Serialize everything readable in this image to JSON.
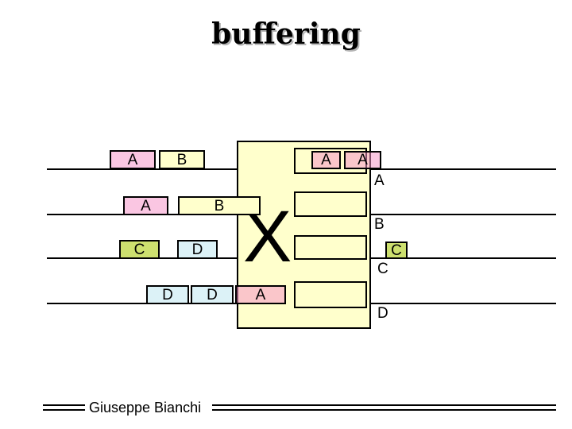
{
  "title": "buffering",
  "switch": {
    "x_label": "X"
  },
  "colors": {
    "switch_fill": "#FFFFCC",
    "packet_pink": "rgba(245,145,200,0.52)",
    "packet_yellow": "#FFFFCC",
    "packet_green": "#CDE06F",
    "packet_blue": "#DCF2F7",
    "line_color": "#000000",
    "title_shadow": "#b3b3b3"
  },
  "rows": [
    {
      "label": "A",
      "left_packets": [
        {
          "label": "A"
        },
        {
          "label": "B"
        }
      ],
      "buffer_packets": [
        {
          "label": "A"
        },
        {
          "label": "A"
        }
      ]
    },
    {
      "label": "B",
      "left_packets": [
        {
          "label": "A"
        },
        {
          "label": "B"
        }
      ]
    },
    {
      "label": "C",
      "left_packets": [
        {
          "label": "C"
        },
        {
          "label": "D"
        }
      ],
      "right_packets": [
        {
          "label": "C"
        }
      ]
    },
    {
      "label": "D",
      "left_packets": [
        {
          "label": "D"
        },
        {
          "label": "D"
        },
        {
          "label": "A"
        }
      ]
    }
  ],
  "footer": {
    "author": "Giuseppe Bianchi"
  }
}
